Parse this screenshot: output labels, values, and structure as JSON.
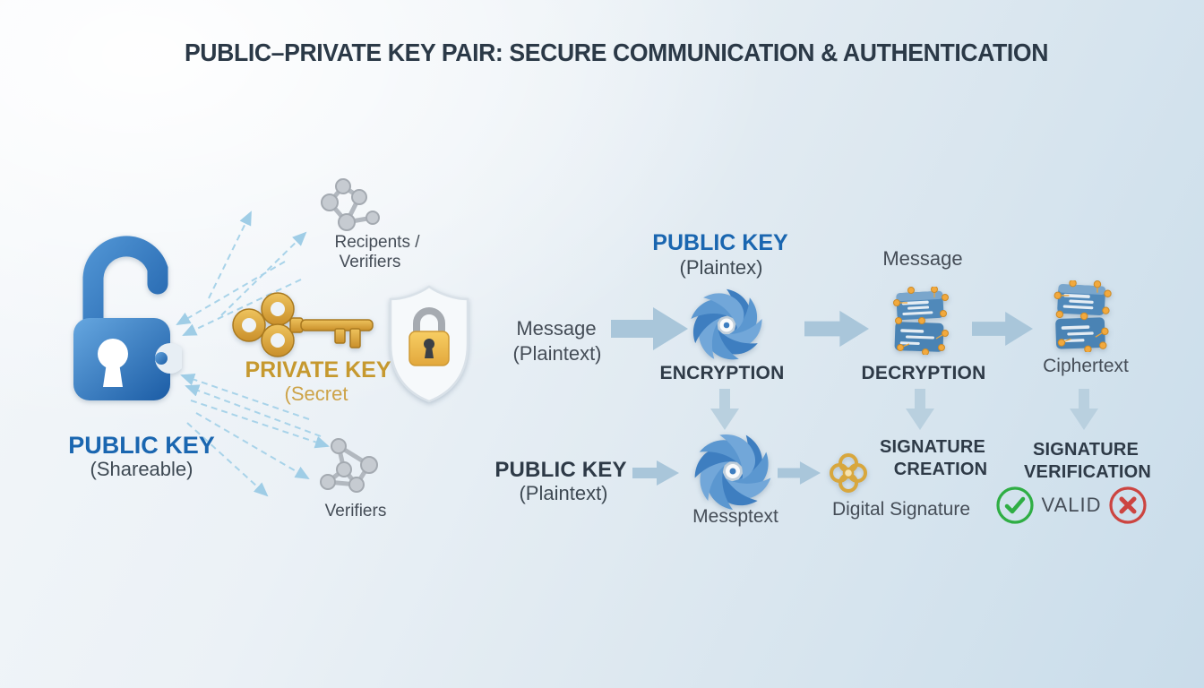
{
  "title": "PUBLIC–PRIVATE KEY PAIR: SECURE COMMUNICATION & AUTHENTICATION",
  "key_pair": {
    "public_key": "PUBLIC KEY",
    "public_key_note": "(Shareable)",
    "recipients_line1": "Recipents /",
    "recipients_line2": "Verifiers",
    "private_key": "PRIVATE KEY",
    "private_key_note": "(Secret",
    "verifiers": "Verifiers"
  },
  "encryption_flow": {
    "input_line1": "Message",
    "input_line2": "(Plaintext)",
    "key_label": "PUBLIC KEY",
    "key_note": "(Plaintex)",
    "step1": "ENCRYPTION",
    "output_label": "Message",
    "step2": "DECRYPTION",
    "ciphertext": "Ciphertext"
  },
  "signature_flow": {
    "key_label": "PUBLIC KEY",
    "key_note": "(Plaintext)",
    "cipher_label": "Messptext",
    "creation_line1": "SIGNATURE",
    "creation_line2": "CREATION",
    "digital_signature": "Digital Signature",
    "verification_line1": "SIGNATURE",
    "verification_line2": "VERIFICATION",
    "valid": "VALID"
  },
  "icons": {
    "open_padlock": "open-padlock-icon",
    "network_nodes": "network-nodes-icon",
    "gold_key": "gold-key-icon",
    "shield_lock": "shield-lock-icon",
    "cipher_swirl": "cipher-swirl-icon",
    "encrypted_document": "encrypted-document-icon",
    "seal": "seal-icon",
    "check": "check-circle-icon",
    "cross": "x-circle-icon",
    "flow_arrow": "flow-arrow-icon"
  },
  "colors": {
    "public_key_blue": "#1a66b0",
    "private_key_gold": "#c6992f",
    "heading_dark": "#2b3947",
    "label_gray": "#454d57",
    "flow_arrow_blue": "#a9c6da",
    "dashed_arrow_blue": "#a8d3e9",
    "swirl_blue": "#4886c5",
    "document_blue": "#4c86b6",
    "node_orange": "#eea63c",
    "valid_green": "#2fae44",
    "invalid_red": "#cc4440"
  }
}
